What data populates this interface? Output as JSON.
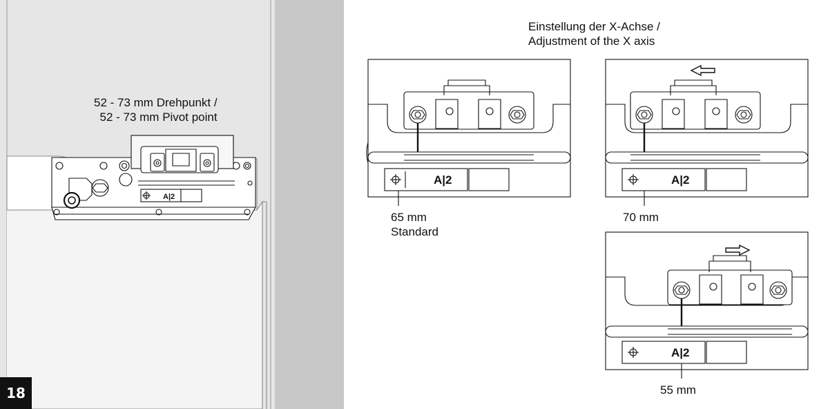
{
  "page_number": "18",
  "left_panel": {
    "pivot_label_line1": "52 - 73 mm Drehpunkt /",
    "pivot_label_line2": "52 - 73 mm Pivot point",
    "plate_mark": "A|2"
  },
  "right_panel": {
    "title_line1": "Einstellung der X-Achse /",
    "title_line2": "Adjustment of the X axis",
    "details": [
      {
        "label_line1": "65 mm",
        "label_line2": "Standard",
        "mark": "A|2"
      },
      {
        "label_line1": "70 mm",
        "direction": "left",
        "mark": "A|2"
      },
      {
        "label_line1": "55 mm",
        "direction": "right",
        "mark": "A|2"
      }
    ]
  },
  "colors": {
    "background": "#ffffff",
    "panel_grey": "#e6e6e6",
    "column_grey": "#c8c8c8",
    "line": "#111111",
    "badge": "#111111"
  }
}
